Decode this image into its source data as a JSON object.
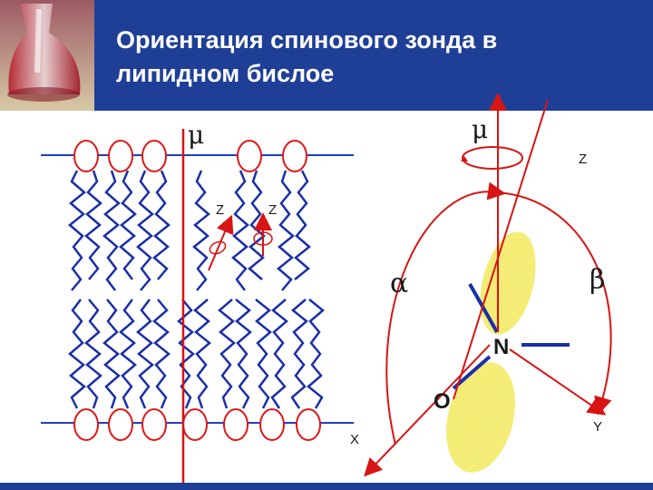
{
  "slide": {
    "title_lines": [
      "Ориентация спинового зонда в",
      "липидном бислое"
    ]
  },
  "diagram": {
    "labels": {
      "mu_left": "μ",
      "mu_right": "μ",
      "z_top": "Z",
      "z_probe_1": "Z",
      "z_probe_2": "Z",
      "alpha": "α",
      "beta": "β",
      "nitrogen": "N",
      "oxygen": "O",
      "x_axis": "X",
      "y_axis": "Y"
    }
  },
  "colors": {
    "header": "#1f3f97",
    "membrane_line": "#1f3fbf",
    "lipid_head_fill": "#ffffff",
    "lipid_head_stroke": "#e01818",
    "tail": "#1a2fa8",
    "axis": "#d81414",
    "orbital": "#f5f07a",
    "bond": "#1a2fa8"
  }
}
